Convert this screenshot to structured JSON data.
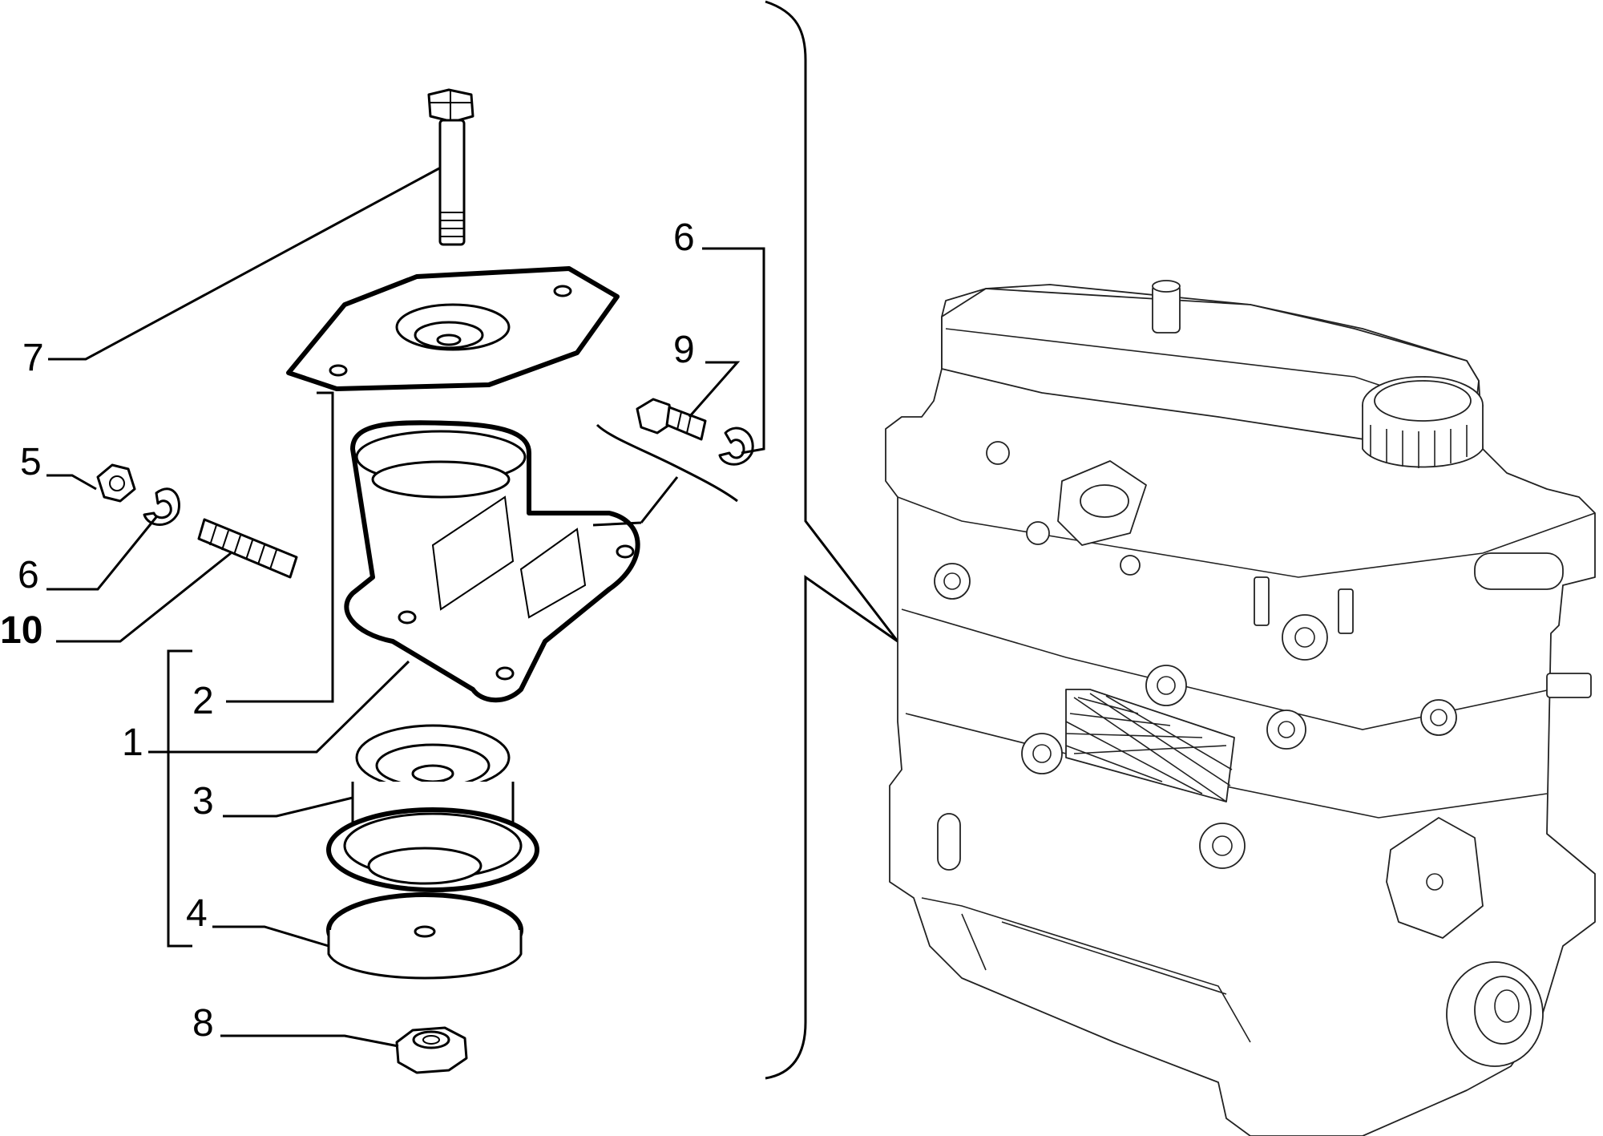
{
  "diagram": {
    "callouts": [
      {
        "id": "c1",
        "label": "1"
      },
      {
        "id": "c2",
        "label": "2"
      },
      {
        "id": "c3",
        "label": "3"
      },
      {
        "id": "c4",
        "label": "4"
      },
      {
        "id": "c5",
        "label": "5"
      },
      {
        "id": "c6a",
        "label": "6"
      },
      {
        "id": "c6b",
        "label": "6"
      },
      {
        "id": "c7",
        "label": "7"
      },
      {
        "id": "c8",
        "label": "8"
      },
      {
        "id": "c9",
        "label": "9"
      },
      {
        "id": "c10",
        "label": "10"
      }
    ]
  }
}
